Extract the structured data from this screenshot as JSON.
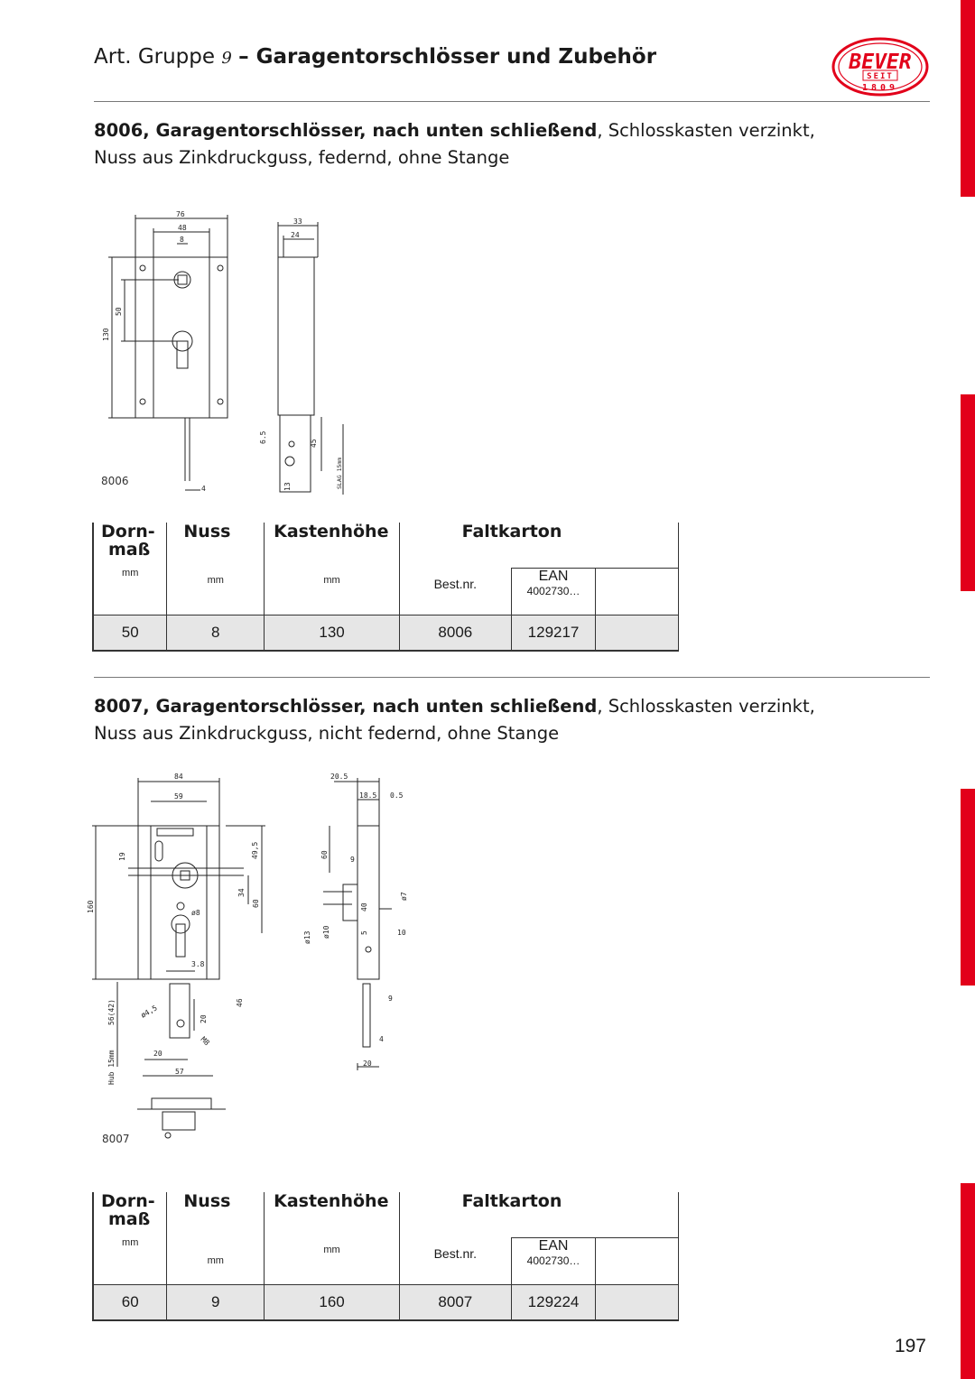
{
  "header": {
    "prefix": "Art. Gruppe",
    "group_number": "9",
    "title": "– Garagentorschlösser und Zubehör"
  },
  "logo": {
    "brand": "BEVER",
    "since_label": "SEIT",
    "since_year": "1809",
    "color": "#e2001a"
  },
  "products": [
    {
      "title_bold": "8006, Garagentorschlösser, nach unten schließend",
      "title_rest": ", Schlosskasten verzinkt,",
      "line2": "Nuss aus Zinkdruckguss, federnd, ohne Stange",
      "drawing_caption": "8006",
      "dims": {
        "w76": "76",
        "w48": "48",
        "w8": "8",
        "h50": "50",
        "h130": "130",
        "w33": "33",
        "w24": "24",
        "d65": "6.5",
        "d45": "45",
        "d13": "13",
        "d4": "4",
        "slag": "SLAG 15mm"
      },
      "table": {
        "headers": {
          "dorn": "Dorn-",
          "dorn2": "maß",
          "nuss": "Nuss",
          "kasten": "Kastenhöhe",
          "falt": "Faltkarton"
        },
        "units": {
          "dorn": "mm",
          "nuss": "mm",
          "kasten": "mm",
          "bestnr": "Best.nr.",
          "ean": "EAN",
          "ean_prefix": "4002730…"
        },
        "row": {
          "dorn": "50",
          "nuss": "8",
          "kasten": "130",
          "bestnr": "8006",
          "ean": "129217"
        }
      }
    },
    {
      "title_bold": "8007, Garagentorschlösser, nach unten schließend",
      "title_rest": ", Schlosskasten verzinkt,",
      "line2": "Nuss aus Zinkdruckguss, nicht federnd, ohne Stange",
      "drawing_caption": "8007",
      "dims": {
        "w84": "84",
        "w59": "59",
        "h495": "49,5",
        "h19": "19",
        "h160": "160",
        "h34": "34",
        "h60": "60",
        "d8": "ø8",
        "w38": "3.8",
        "h46": "46",
        "h56": "56(42)",
        "d45": "ø4,5",
        "h20": "20",
        "m8": "M8",
        "w20": "20",
        "hub": "Hub 15mm",
        "w57": "57",
        "w205": "20.5",
        "w185": "18.5",
        "w05": "0.5",
        "s60": "60",
        "s9": "9",
        "s40": "40",
        "s5": "5",
        "d7": "ø7",
        "d13": "ø13",
        "d10": "ø10",
        "s10": "10",
        "s9b": "9",
        "s4": "4",
        "s20": "20"
      },
      "table": {
        "headers": {
          "dorn": "Dorn-",
          "dorn2": "maß",
          "nuss": "Nuss",
          "kasten": "Kastenhöhe",
          "falt": "Faltkarton"
        },
        "units": {
          "dorn": "mm",
          "nuss": "mm",
          "kasten": "mm",
          "bestnr": "Best.nr.",
          "ean": "EAN",
          "ean_prefix": "4002730…"
        },
        "row": {
          "dorn": "60",
          "nuss": "9",
          "kasten": "160",
          "bestnr": "8007",
          "ean": "129224"
        }
      }
    }
  ],
  "page_number": "197"
}
